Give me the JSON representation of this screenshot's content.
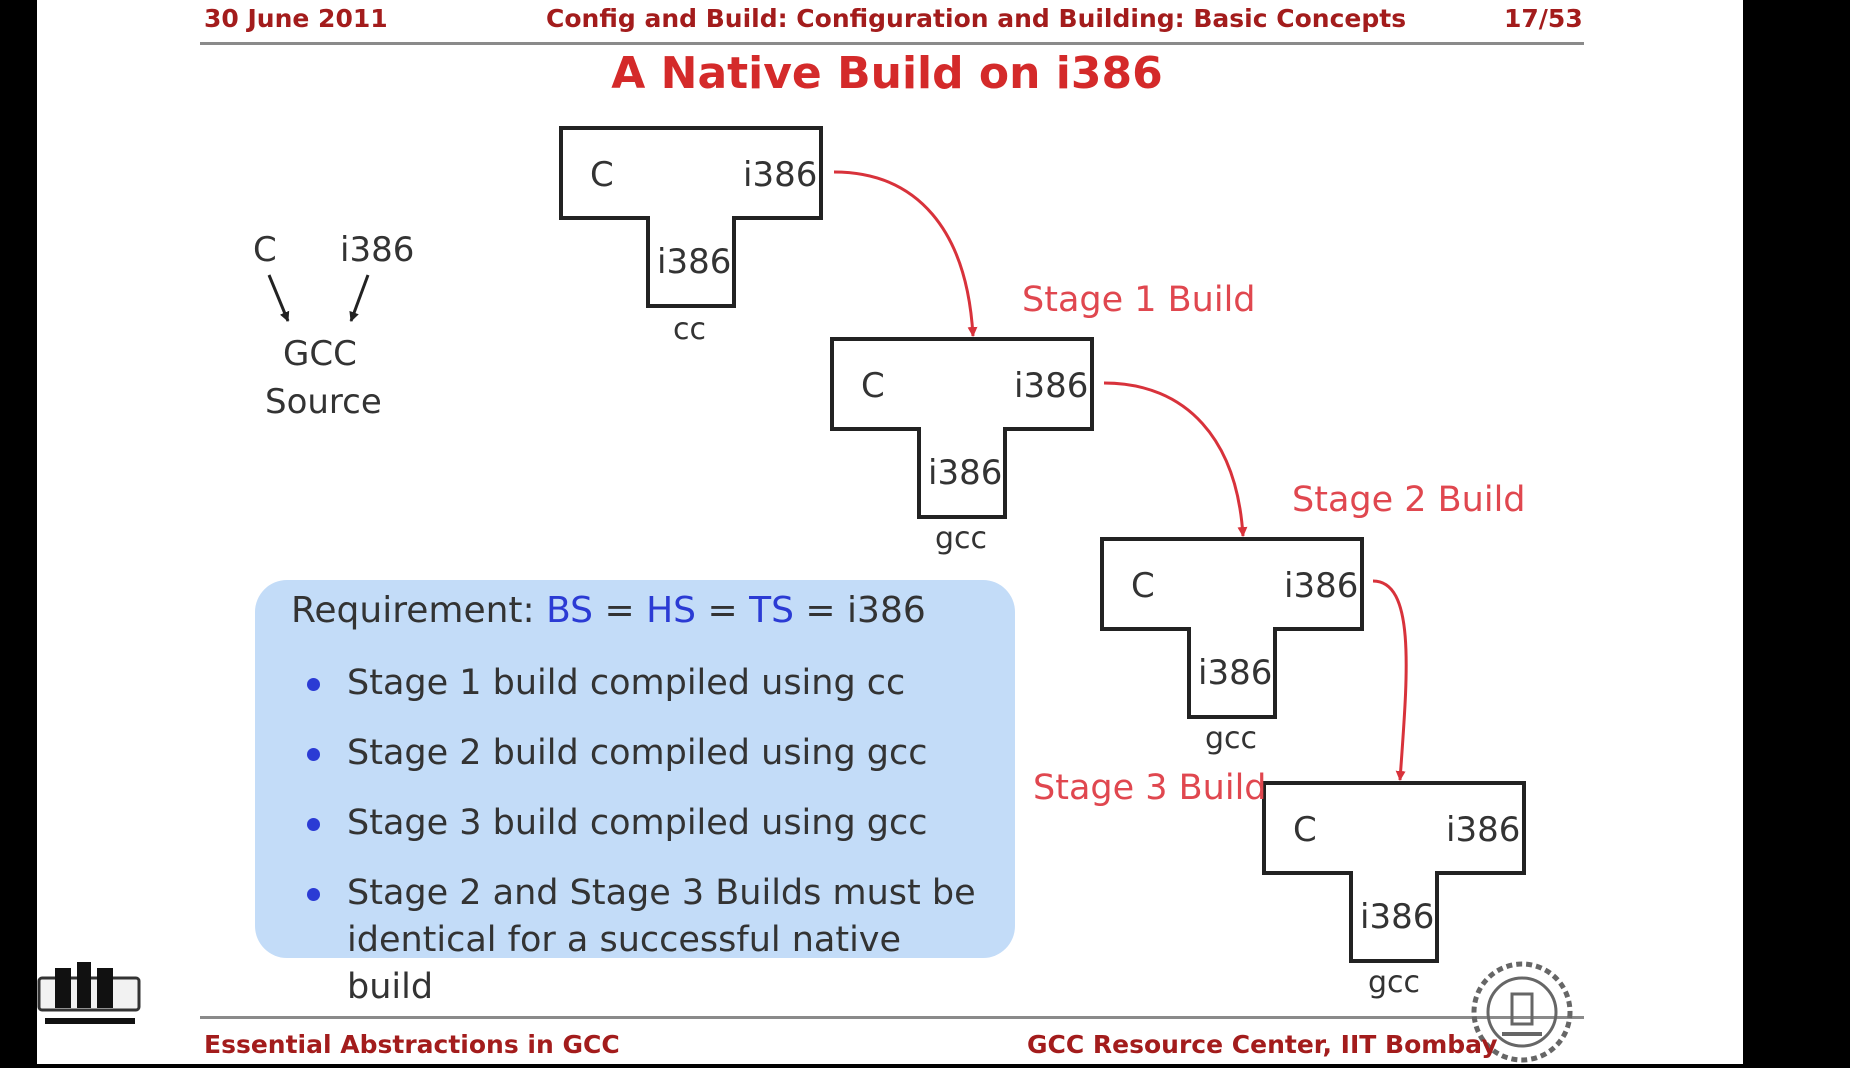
{
  "header": {
    "date": "30 June 2011",
    "title": "Config and Build: Configuration and Building: Basic Concepts",
    "page": "17/53"
  },
  "slide": {
    "title": "A Native Build on i386"
  },
  "gcc_source": {
    "input_left": "C",
    "input_right": "i386",
    "name_line1": "GCC",
    "name_line2": "Source"
  },
  "tdiagrams": [
    {
      "left": "C",
      "right": "i386",
      "bottom": "i386",
      "caption": "cc"
    },
    {
      "left": "C",
      "right": "i386",
      "bottom": "i386",
      "caption": "gcc"
    },
    {
      "left": "C",
      "right": "i386",
      "bottom": "i386",
      "caption": "gcc"
    },
    {
      "left": "C",
      "right": "i386",
      "bottom": "i386",
      "caption": "gcc"
    }
  ],
  "stages": [
    "Stage 1 Build",
    "Stage 2 Build",
    "Stage 3 Build"
  ],
  "requirement": {
    "prefix": "Requirement:",
    "bs": "BS",
    "hs": "HS",
    "ts": "TS",
    "eq": "=",
    "value": "i386",
    "bullets": [
      "Stage 1 build compiled using cc",
      "Stage 2 build compiled using gcc",
      "Stage 3 build compiled using gcc",
      "Stage 2 and Stage 3 Builds must be identical for a successful native build"
    ]
  },
  "footer": {
    "left": "Essential Abstractions in GCC",
    "right": "GCC Resource Center, IIT Bombay"
  },
  "colors": {
    "accent_red": "#d42a2a",
    "stage_red": "#e0474f",
    "header_red": "#a31c1c",
    "box_blue": "#c3dcf8",
    "math_blue": "#2b3bd4"
  }
}
